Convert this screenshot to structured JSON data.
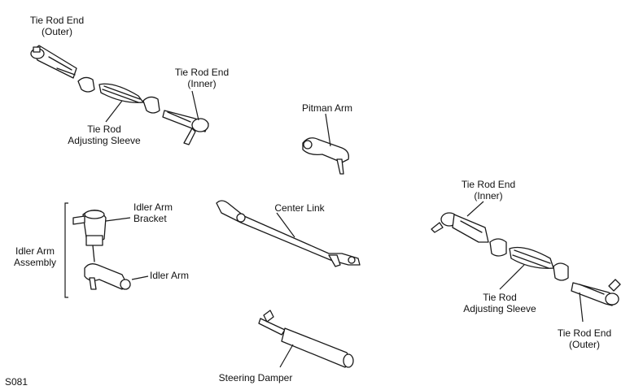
{
  "labels": {
    "tie_rod_end_outer_top": [
      "Tie Rod End",
      "(Outer)"
    ],
    "tie_rod_end_inner_top": [
      "Tie Rod End",
      "(Inner)"
    ],
    "tie_rod_adjusting_sleeve_top": [
      "Tie Rod",
      "Adjusting Sleeve"
    ],
    "pitman_arm": "Pitman Arm",
    "idler_arm_bracket": [
      "Idler Arm",
      "Bracket"
    ],
    "idler_arm_assembly": [
      "Idler Arm",
      "Assembly"
    ],
    "idler_arm": "Idler Arm",
    "center_link": "Center Link",
    "tie_rod_end_inner_right": [
      "Tie Rod End",
      "(Inner)"
    ],
    "tie_rod_adjusting_sleeve_right": [
      "Tie Rod",
      "Adjusting Sleeve"
    ],
    "tie_rod_end_outer_right": [
      "Tie Rod End",
      "(Outer)"
    ],
    "steering_damper": "Steering Damper",
    "figure_code": "S081"
  }
}
